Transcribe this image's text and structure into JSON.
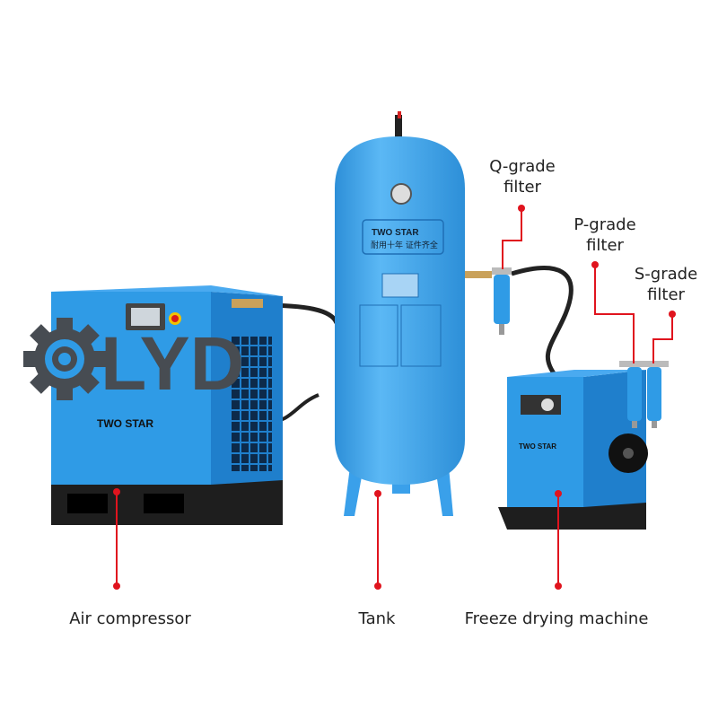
{
  "colors": {
    "machine_blue": "#2f9be6",
    "tank_blue": "#45a9ee",
    "callout_red": "#e0141e",
    "base_black": "#1e1e1e",
    "watermark": "#474c52"
  },
  "watermark": {
    "text": "LYD",
    "icon": "gear-icon"
  },
  "brand": {
    "compressor": "TWO STAR",
    "tank_line1": "TWO STAR",
    "tank_line2": "耐用十年 证件齐全",
    "dryer": "TWO STAR"
  },
  "labels": {
    "air_compressor": "Air compressor",
    "tank": "Tank",
    "dryer": "Freeze drying machine",
    "q_filter_1": "Q-grade",
    "q_filter_2": "filter",
    "p_filter_1": "P-grade",
    "p_filter_2": "filter",
    "s_filter_1": "S-grade",
    "s_filter_2": "filter"
  }
}
